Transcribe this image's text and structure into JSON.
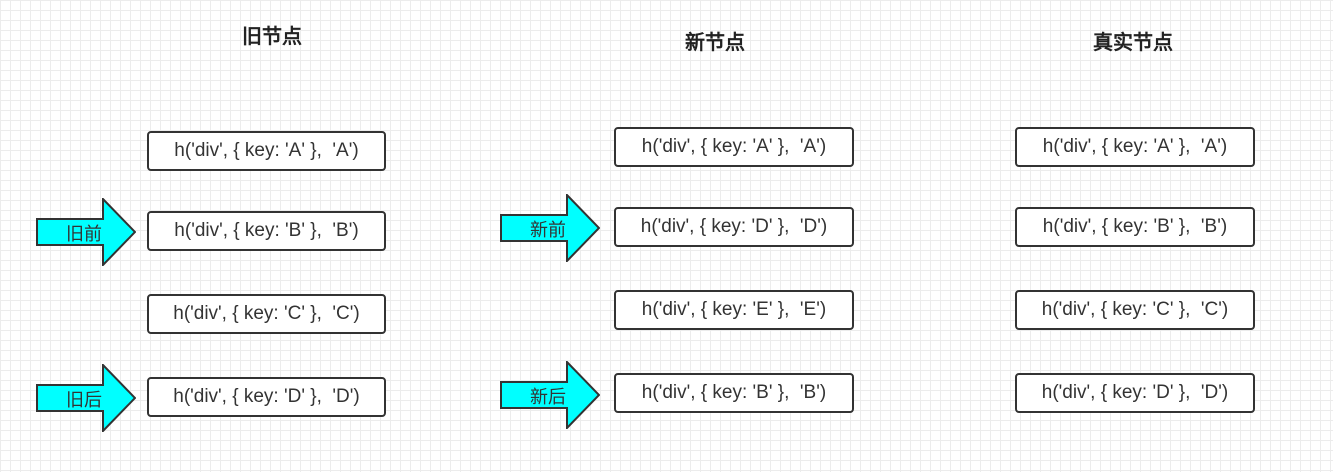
{
  "headings": {
    "old": "旧节点",
    "new": "新节点",
    "real": "真实节点"
  },
  "old_nodes": [
    "h('div', { key: 'A' },  'A')",
    "h('div', { key: 'B' },  'B')",
    "h('div', { key: 'C' },  'C')",
    "h('div', { key: 'D' },  'D')"
  ],
  "new_nodes": [
    "h('div', { key: 'A' },  'A')",
    "h('div', { key: 'D' },  'D')",
    "h('div', { key: 'E' },  'E')",
    "h('div', { key: 'B' },  'B')"
  ],
  "real_nodes": [
    "h('div', { key: 'A' },  'A')",
    "h('div', { key: 'B' },  'B')",
    "h('div', { key: 'C' },  'C')",
    "h('div', { key: 'D' },  'D')"
  ],
  "pointers": {
    "old_start": "旧前",
    "old_end": "旧后",
    "new_start": "新前",
    "new_end": "新后"
  },
  "colors": {
    "arrow_fill": "#00ffff",
    "arrow_stroke": "#333333",
    "node_border": "#333333"
  }
}
